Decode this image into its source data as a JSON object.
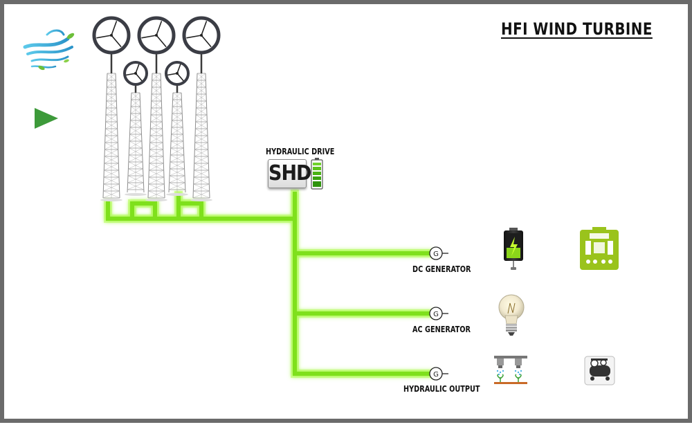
{
  "title": "HFI WIND TURBINE",
  "hydraulic_drive": {
    "label": "HYDRAULIC DRIVE",
    "badge": "SHD"
  },
  "outputs": [
    {
      "label": "DC GENERATOR",
      "symbol": "G",
      "icon": "battery-icon"
    },
    {
      "label": "AC GENERATOR",
      "symbol": "G",
      "icon": "lightbulb-icon"
    },
    {
      "label": "HYDRAULIC OUTPUT",
      "symbol": "G",
      "icon": "sprinkler-icon"
    }
  ],
  "side_icons": [
    "battery-bank-icon",
    "air-compressor-icon"
  ],
  "left_icons": [
    "wind-icon",
    "play-arrow-icon"
  ],
  "turbines": [
    "wind-turbine-tower",
    "wind-turbine-tower",
    "wind-turbine-tower",
    "wind-turbine-tower",
    "wind-turbine-tower"
  ],
  "colors": {
    "pipe": "#7fe01e",
    "pipe_glow": "#b6ff5a",
    "frame": "#6b6b6b",
    "accent_green": "#9ac31c",
    "arrow_green": "#3d9a3a"
  }
}
